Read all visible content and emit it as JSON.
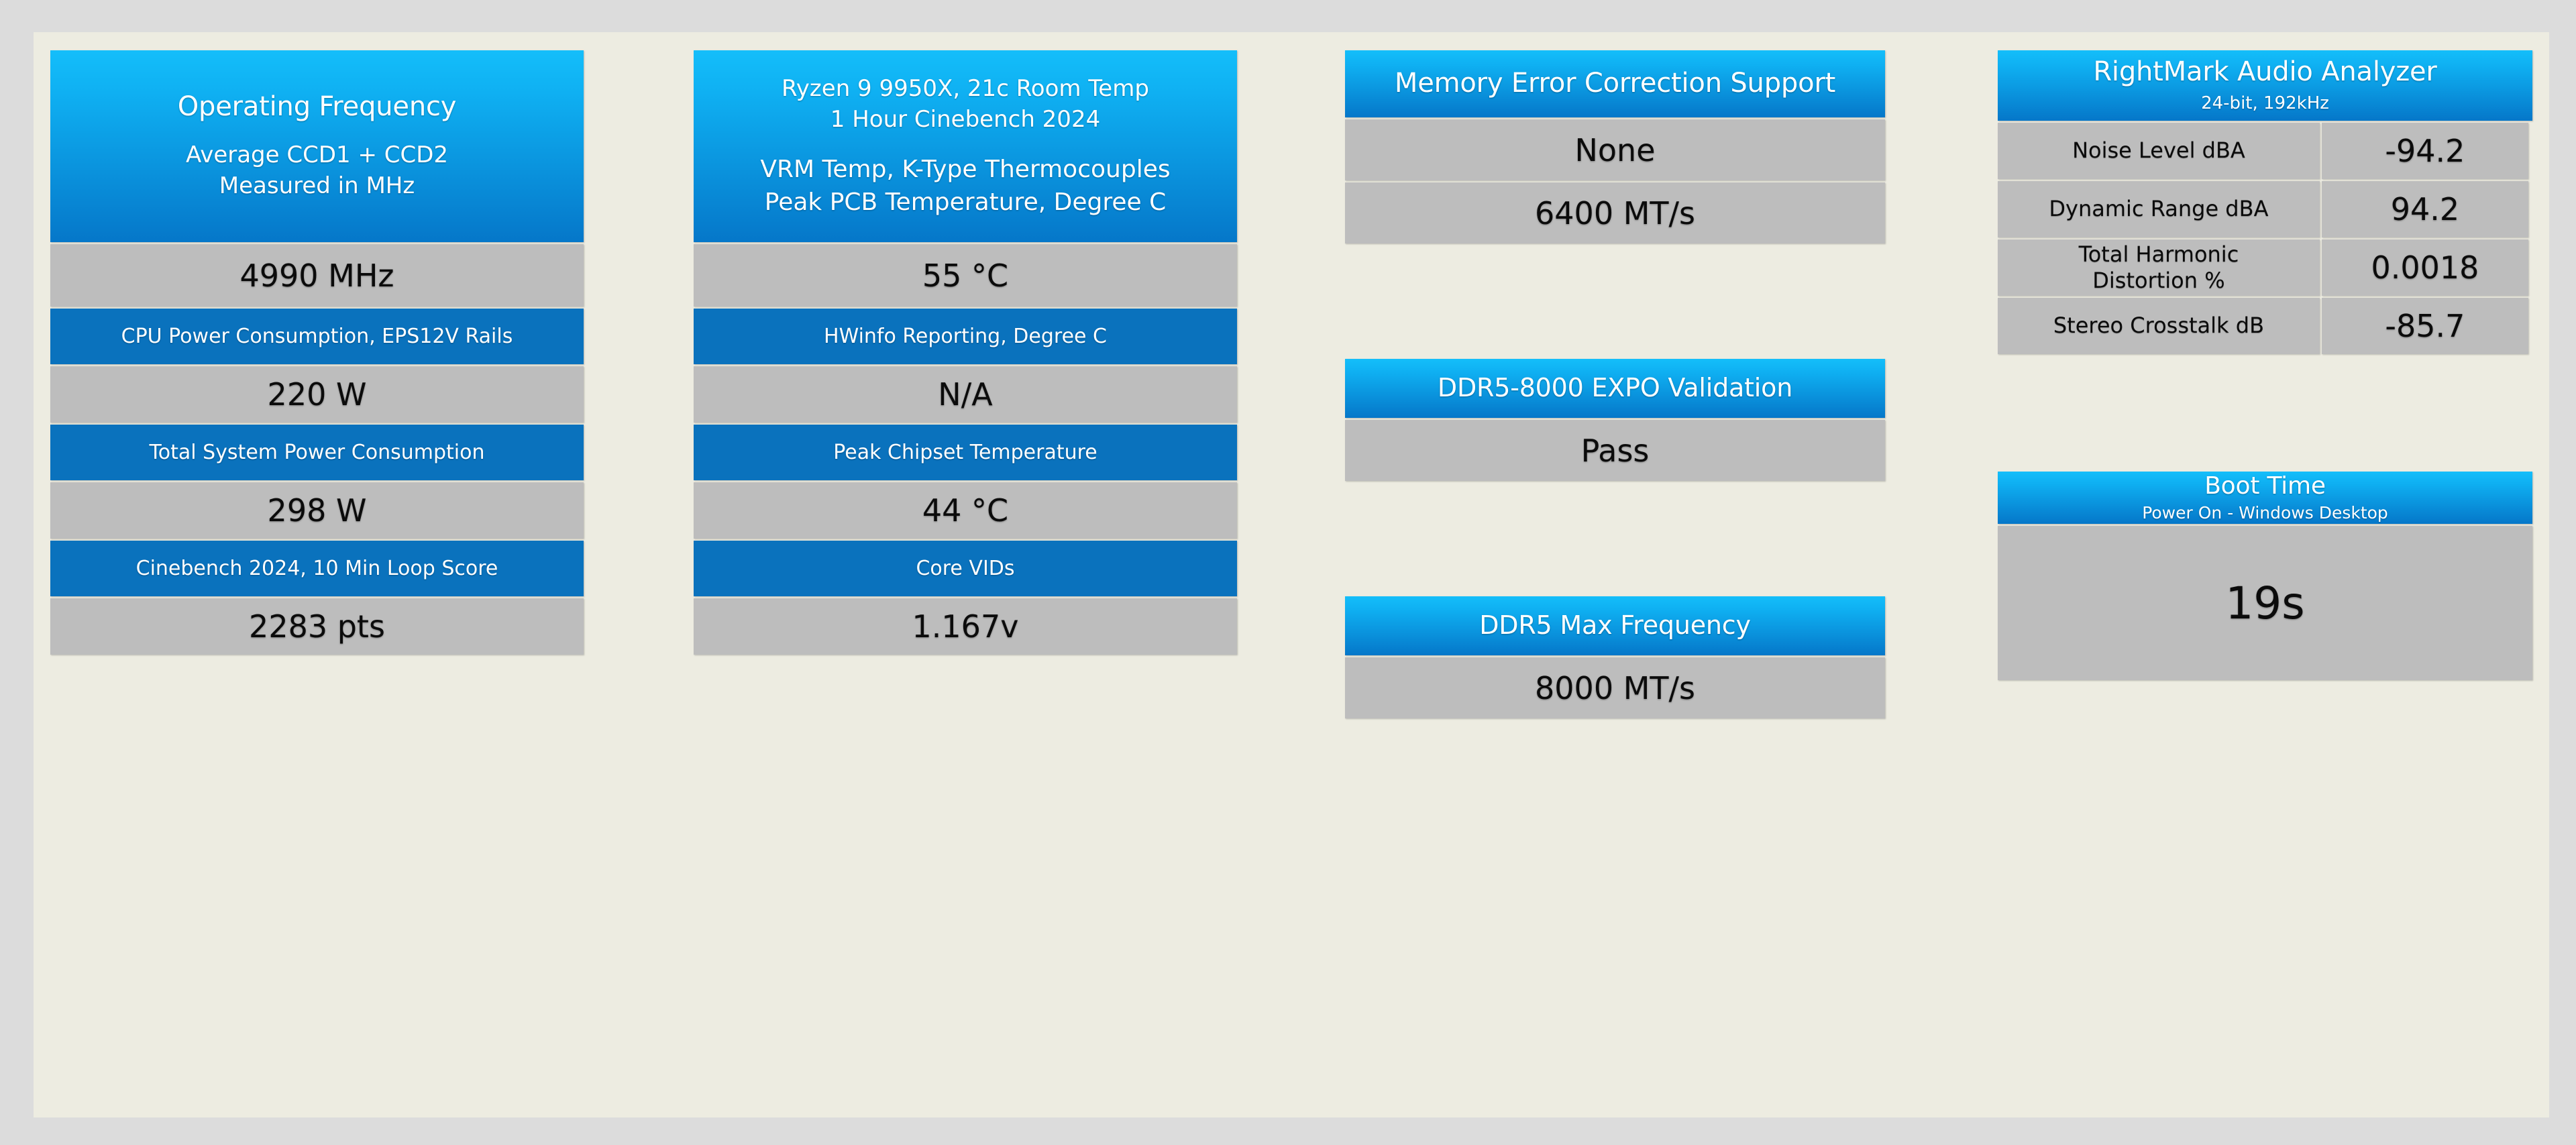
{
  "theme": {
    "page_bg": "#dcdcdc",
    "panel_bg": "#edece1",
    "header_blue_top": "#14befa",
    "header_blue_bottom": "#0577c9",
    "band_blue": "#0a72bd",
    "value_gray": "#bdbdbd",
    "value_text": "#0b0b0b",
    "header_text": "#ffffff"
  },
  "columns": [
    {
      "id": "operating-frequency",
      "header": {
        "title": "Operating Frequency",
        "line1": "Average CCD1 + CCD2",
        "line2": "Measured in MHz"
      },
      "rows": [
        {
          "type": "value",
          "text": "4990 MHz"
        },
        {
          "type": "label",
          "text": "CPU Power Consumption, EPS12V Rails"
        },
        {
          "type": "value",
          "text": "220 W"
        },
        {
          "type": "label",
          "text": "Total System Power Consumption"
        },
        {
          "type": "value",
          "text": "298 W"
        },
        {
          "type": "label",
          "text": "Cinebench 2024, 10 Min Loop Score"
        },
        {
          "type": "value",
          "text": "2283 pts"
        }
      ]
    },
    {
      "id": "thermals",
      "header": {
        "title_line1": "Ryzen 9 9950X, 21c Room Temp",
        "title_line2": "1 Hour Cinebench 2024",
        "line1": "VRM Temp, K-Type Thermocouples",
        "line2": "Peak PCB Temperature, Degree C"
      },
      "rows": [
        {
          "type": "value",
          "text": "55 °C"
        },
        {
          "type": "label",
          "text": "HWinfo Reporting, Degree C"
        },
        {
          "type": "value",
          "text": "N/A"
        },
        {
          "type": "label",
          "text": "Peak Chipset Temperature"
        },
        {
          "type": "value",
          "text": "44 °C"
        },
        {
          "type": "label",
          "text": "Core VIDs"
        },
        {
          "type": "value",
          "text": "1.167v"
        }
      ]
    },
    {
      "id": "memory",
      "cards": [
        {
          "id": "memory-error-correction",
          "header": "Memory Error Correction Support",
          "rows": [
            "None",
            "6400 MT/s"
          ]
        },
        {
          "id": "ddr5-expo-validation",
          "header": "DDR5-8000 EXPO Validation",
          "rows": [
            "Pass"
          ]
        },
        {
          "id": "ddr5-max-frequency",
          "header": "DDR5 Max Frequency",
          "rows": [
            "8000 MT/s"
          ]
        }
      ]
    },
    {
      "id": "audio-and-boot",
      "rmaa": {
        "title": "RightMark Audio Analyzer",
        "subtitle": "24-bit, 192kHz",
        "rows": [
          {
            "label": "Noise Level dBA",
            "value": "-94.2"
          },
          {
            "label": "Dynamic Range dBA",
            "value": "94.2"
          },
          {
            "label": "Total Harmonic\nDistortion %",
            "label_line1": "Total Harmonic",
            "label_line2": "Distortion %",
            "value": "0.0018"
          },
          {
            "label": "Stereo Crosstalk dB",
            "value": "-85.7"
          }
        ]
      },
      "boot": {
        "title": "Boot Time",
        "subtitle": "Power On - Windows Desktop",
        "value": "19s"
      }
    }
  ]
}
